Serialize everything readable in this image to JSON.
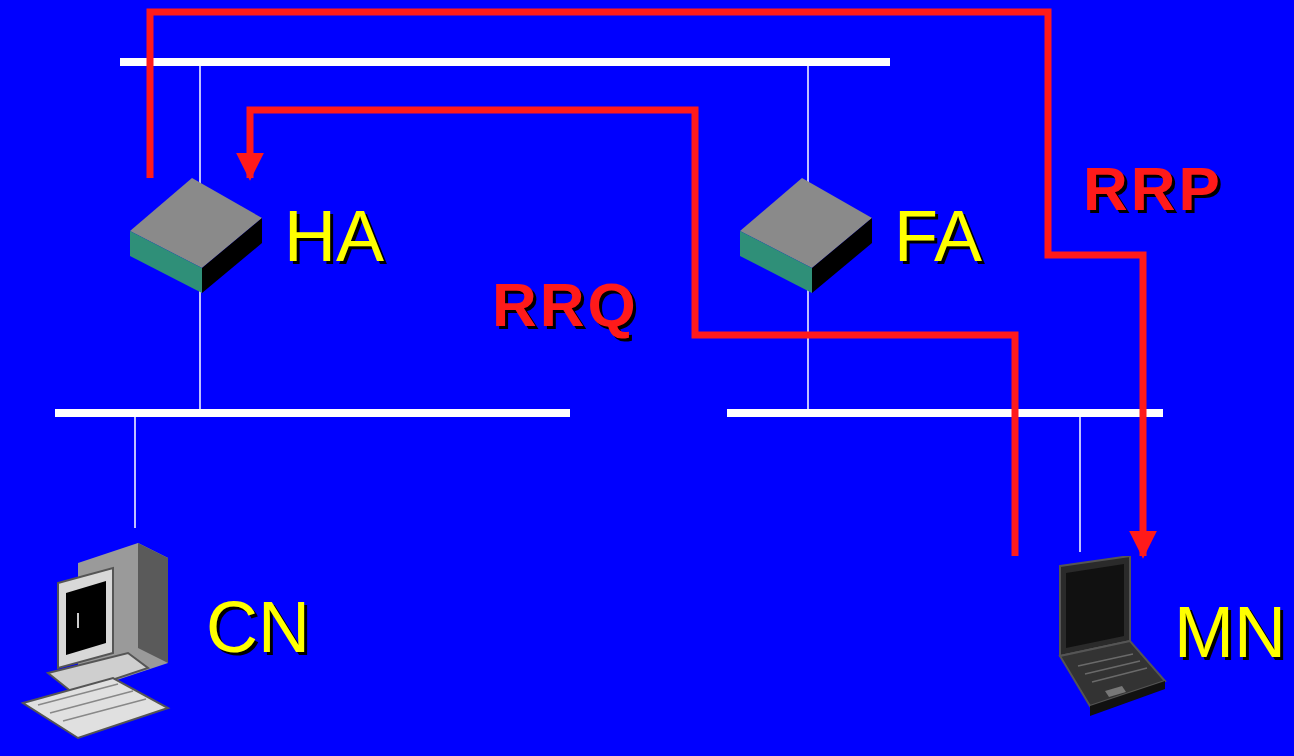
{
  "diagram": {
    "nodes": [
      {
        "text": [
          "HA"
        ]
      },
      {
        "text": [
          "FA"
        ]
      },
      {
        "text": [
          "CN"
        ]
      },
      {
        "text": [
          "MN"
        ]
      }
    ],
    "edges": [
      {
        "from": 3,
        "to": 0,
        "label": "RRQ",
        "arrow": "to"
      },
      {
        "from": 0,
        "to": 3,
        "label": "RRP",
        "arrow": "to"
      }
    ]
  }
}
